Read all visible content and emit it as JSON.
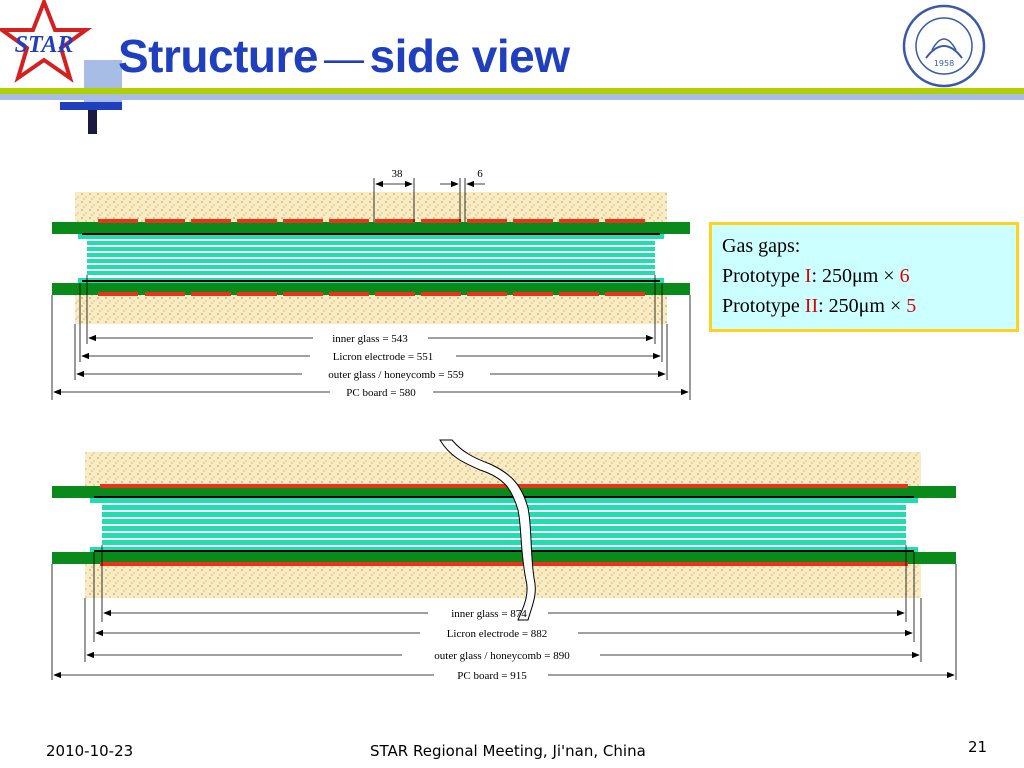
{
  "slide": {
    "title_part1": "Structure",
    "title_dash": "—",
    "title_part2": "side view",
    "logo_text": "STAR",
    "emblem_year": "1958"
  },
  "gas_gaps": {
    "heading": "Gas gaps:",
    "line1_prefix": "Prototype ",
    "line1_roman": "I",
    "line1_mid": ": 250μm × ",
    "line1_count": "6",
    "line2_prefix": "Prototype ",
    "line2_roman": "II",
    "line2_mid": ": 250μm × ",
    "line2_count": "5"
  },
  "diagram_top": {
    "pitch_label": "38",
    "gap_label": "6",
    "dims": [
      "inner glass = 543",
      "Licron electrode = 551",
      "outer glass / honeycomb = 559",
      "PC board = 580"
    ]
  },
  "diagram_bottom": {
    "dims": [
      "inner glass = 874",
      "Licron electrode = 882",
      "outer glass / honeycomb = 890",
      "PC board = 915"
    ]
  },
  "footer": {
    "date": "2010-10-23",
    "meeting": "STAR Regional Meeting, Ji'nan, China",
    "page": "21"
  },
  "colors": {
    "title": "#1f3fbf",
    "pcb_green": "#0a8a1a",
    "glass_cyan": "#22ddb0",
    "electrode_red": "#e8341a",
    "honeycomb": "#f6e8c0"
  }
}
